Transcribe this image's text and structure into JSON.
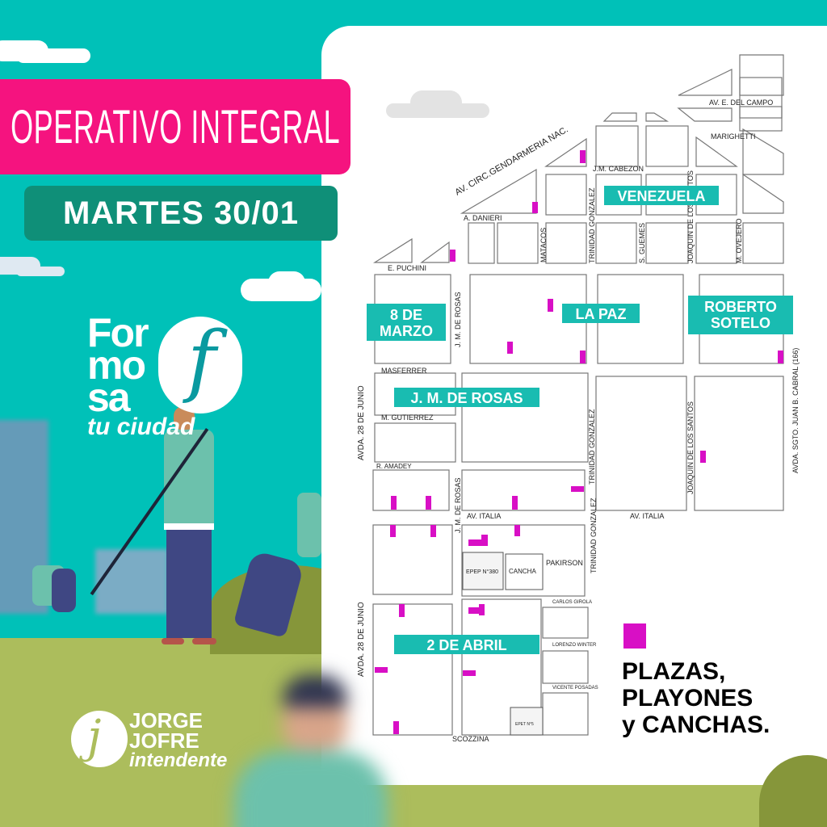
{
  "header": {
    "title": "OPERATIVO INTEGRAL",
    "date": "MARTES 30/01"
  },
  "branding": {
    "city_logo_lines": [
      "For",
      "mo",
      "sa"
    ],
    "city_logo_glyph": "f",
    "city_tagline": "tu ciudad",
    "candidate_glyph": "j",
    "candidate_first": "JORGE",
    "candidate_last": "JOFRE",
    "candidate_role": "intendente"
  },
  "colors": {
    "teal_bg": "#00c1b8",
    "title_pink": "#f5137f",
    "date_green": "#0f8f78",
    "label_teal": "#19bcb1",
    "marker_magenta": "#d80fc5",
    "grass": "#acbd5c"
  },
  "legend": {
    "text": "PLAZAS,\nPLAYONES\ny CANCHAS.",
    "color": "#d80fc5"
  },
  "map": {
    "neighborhoods": [
      {
        "name": "VENEZUELA"
      },
      {
        "name": "8 DE\nMARZO"
      },
      {
        "name": "LA PAZ"
      },
      {
        "name": "ROBERTO\nSOTELO"
      },
      {
        "name": "J. M. DE ROSAS"
      },
      {
        "name": "2 DE ABRIL"
      }
    ],
    "streets": [
      {
        "name": "AV. CIRC.GENDARMERIA NAC."
      },
      {
        "name": "AV. E. DEL CAMPO"
      },
      {
        "name": "MARIGHETTI"
      },
      {
        "name": "J.M. CABEZON"
      },
      {
        "name": "A. DANIERI"
      },
      {
        "name": "E. PUCHINI"
      },
      {
        "name": "MATACOS"
      },
      {
        "name": "TRINIDAD GONZALEZ"
      },
      {
        "name": "S. GUEMES"
      },
      {
        "name": "JOAQUIN DE LOS SANTOS"
      },
      {
        "name": "M. OVEJERO"
      },
      {
        "name": "J. M. DE ROSAS"
      },
      {
        "name": "MASFERRER"
      },
      {
        "name": "M. GUTIERREZ"
      },
      {
        "name": "R. AMADEY"
      },
      {
        "name": "AVDA. 28 DE JUNIO"
      },
      {
        "name": "AV. ITALIA"
      },
      {
        "name": "AVDA. SGTO. JUAN B. CABRAL (166)"
      },
      {
        "name": "PAKIRSON"
      },
      {
        "name": "CARLOS GIROLA"
      },
      {
        "name": "LORENZO WINTER"
      },
      {
        "name": "VICENTE POSADAS"
      },
      {
        "name": "SCOZZINA"
      }
    ],
    "facilities": [
      {
        "name": "EPEP N°380"
      },
      {
        "name": "CANCHA"
      },
      {
        "name": "EPET N°5"
      }
    ],
    "plaza_marker_count": 22
  }
}
